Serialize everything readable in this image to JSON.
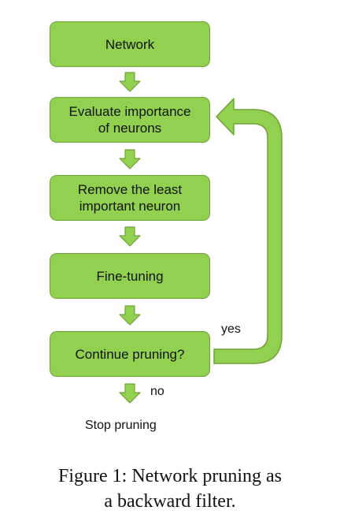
{
  "flowchart": {
    "nodes": [
      {
        "id": "network",
        "label": "Network"
      },
      {
        "id": "evaluate",
        "label_line1": "Evaluate importance",
        "label_line2": "of neurons"
      },
      {
        "id": "remove",
        "label_line1": "Remove the least",
        "label_line2": "important neuron"
      },
      {
        "id": "finetune",
        "label": "Fine-tuning"
      },
      {
        "id": "continue",
        "label": "Continue pruning?"
      }
    ],
    "yes_label": "yes",
    "no_label": "no",
    "end_label": "Stop pruning",
    "box_color": "#92d14f",
    "border_color": "#6fa33a"
  },
  "caption": {
    "line1": "Figure 1: Network pruning as",
    "line2": "a backward filter."
  }
}
